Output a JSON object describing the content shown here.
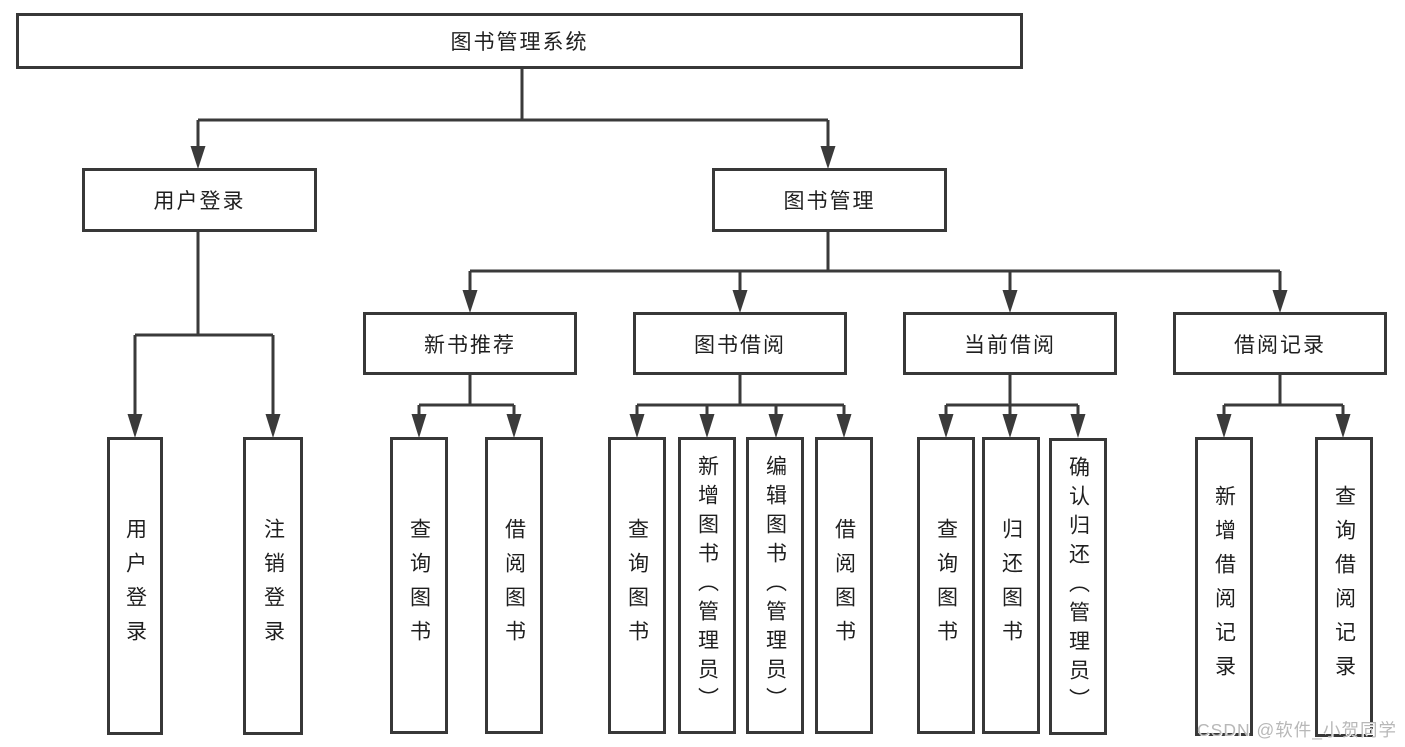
{
  "tree": {
    "root": {
      "label": "图书管理系统"
    },
    "branches": [
      {
        "label": "用户登录",
        "children": [
          "用户登录",
          "注销登录"
        ]
      },
      {
        "label": "图书管理",
        "children": [
          {
            "label": "新书推荐",
            "children": [
              "查询图书",
              "借阅图书"
            ]
          },
          {
            "label": "图书借阅",
            "children": [
              "查询图书",
              "新增图书（管理员）",
              "编辑图书（管理员）",
              "借阅图书"
            ]
          },
          {
            "label": "当前借阅",
            "children": [
              "查询图书",
              "归还图书",
              "确认归还（管理员）"
            ]
          },
          {
            "label": "借阅记录",
            "children": [
              "新增借阅记录",
              "查询借阅记录"
            ]
          }
        ]
      }
    ]
  },
  "watermark": {
    "text": "CSDN @软件_小贺同学"
  },
  "colors": {
    "line": "#3a3a3a",
    "box_border": "#383838",
    "text": "#1f1f1f",
    "watermark": "#b8b8b8",
    "background": "#ffffff"
  }
}
